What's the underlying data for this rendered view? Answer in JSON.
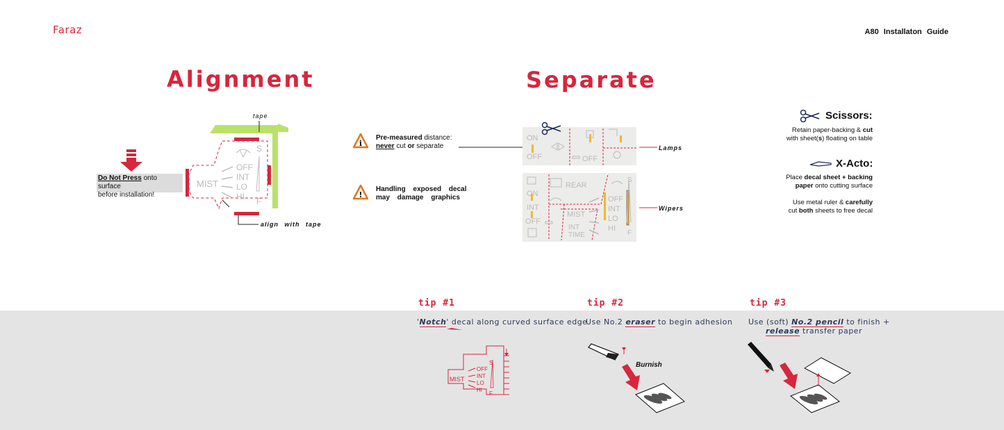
{
  "header": {
    "brand": "Faraz",
    "doc_title": "A80 Installaton Guide"
  },
  "alignment": {
    "title": "Alignment",
    "tape_label": "tape",
    "align_label": "align with tape",
    "do_not_press_bold": "Do Not Press",
    "do_not_press_rest": " onto surface",
    "do_not_press_line2": "before installation!",
    "decal_labels": [
      "MIST",
      "OFF",
      "INT",
      "LO",
      "HI",
      "S",
      "F"
    ]
  },
  "separate": {
    "title": "Separate",
    "note1_a": "Pre-measured",
    "note1_b": " distance:",
    "note1_c": "never",
    "note1_d": " cut ",
    "note1_e": "or",
    "note1_f": " separate",
    "note2_line1": "Handling exposed decal",
    "note2_line2": "may damage graphics",
    "lamps_label": "Lamps",
    "wipers_label": "Wipers",
    "lamp_labels": [
      "ON",
      "OFF",
      "OFF"
    ],
    "wiper_labels": [
      "ON",
      "INT",
      "OFF",
      "REAR",
      "MIST",
      "INT",
      "TIME",
      "OFF",
      "INT",
      "LO",
      "HI",
      "S",
      "F"
    ]
  },
  "tools": {
    "scissors_title": "Scissors:",
    "scissors_l1a": "Retain paper-backing & ",
    "scissors_l1b": "cut",
    "scissors_l2a": "with sheet(",
    "scissors_l2b": "s",
    "scissors_l2c": ") floating on table",
    "xacto_title": "X-Acto:",
    "xacto_l1a": "Place ",
    "xacto_l1b": "decal sheet + backing",
    "xacto_l2a": "paper",
    "xacto_l2b": " onto cutting surface",
    "ruler_l1a": "Use metal ruler & ",
    "ruler_l1b": "carefully",
    "ruler_l2a": "cut ",
    "ruler_l2b": "both",
    "ruler_l2c": " sheets to free decal"
  },
  "tips": [
    {
      "head": "tip #1",
      "pre": "'",
      "em": "Notch",
      "post": "' decal along curved surface edge"
    },
    {
      "head": "tip #2",
      "pre": "Use No.2 ",
      "em": "eraser",
      "post": " to begin adhesion",
      "burnish": "Burnish"
    },
    {
      "head": "tip #3",
      "pre": "Use (soft) ",
      "em": "No.2 pencil",
      "post": " to finish +",
      "em2": "release",
      "post2": " transfer paper"
    }
  ],
  "tip1_labels": [
    "MIST",
    "OFF",
    "INT",
    "LO",
    "HI",
    "S",
    "F"
  ],
  "colors": {
    "accent": "#d7263d",
    "tape": "#b9e26a",
    "warn": "#e3761c",
    "band": "#e4e4e4",
    "yellow": "#f2b62e"
  }
}
